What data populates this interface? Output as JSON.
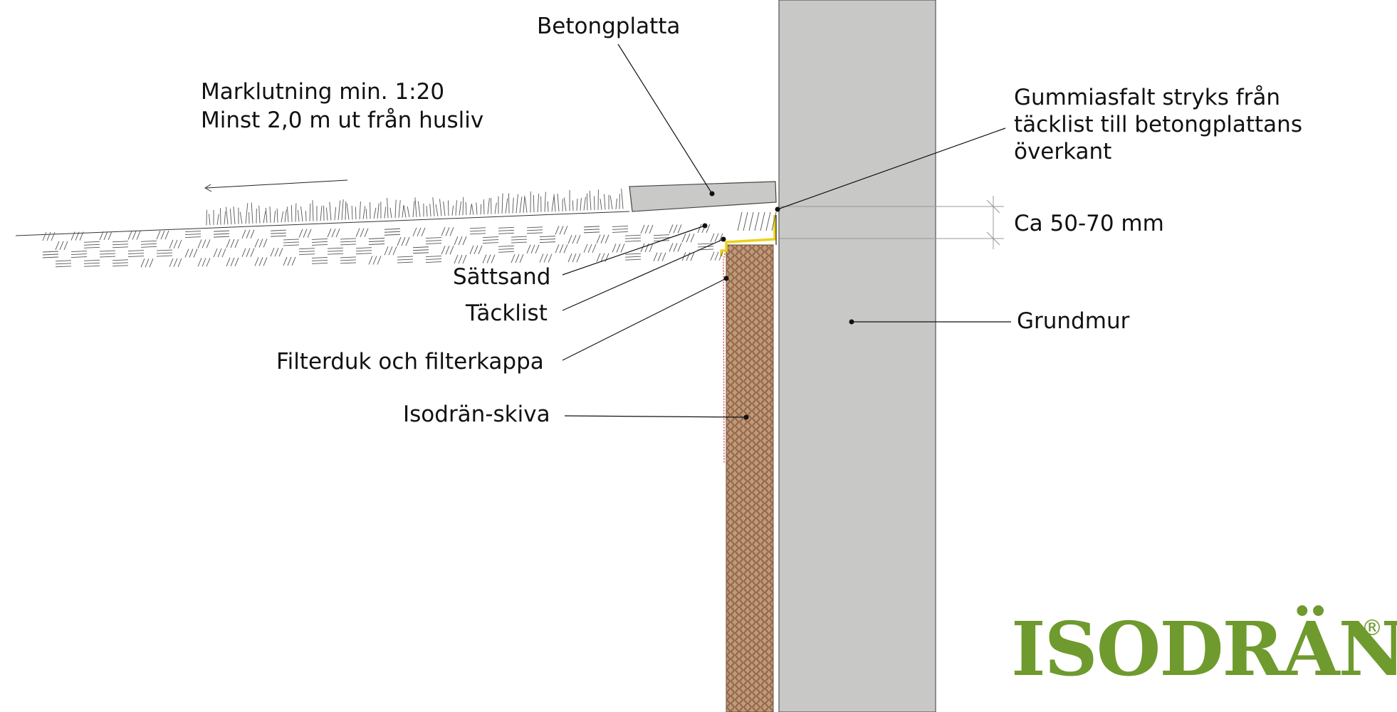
{
  "labels": {
    "betongplatta": "Betongplatta",
    "marklutning_1": "Marklutning min. 1:20",
    "marklutning_2": "Minst 2,0 m ut från husliv",
    "gummiasfalt_1": "Gummiasfalt stryks från",
    "gummiasfalt_2": "täcklist till betongplattans",
    "gummiasfalt_3": "överkant",
    "dimension": "Ca 50-70 mm",
    "grundmur": "Grundmur",
    "sattsand": "Sättsand",
    "tacklist": "Täcklist",
    "filterduk": "Filterduk och filterkappa",
    "isodran_skiva": "Isodrän-skiva"
  },
  "logo": {
    "text": "ISODRÄN",
    "registered": "®",
    "color": "#6f9a2e"
  },
  "colors": {
    "wall": "#c8c8c7",
    "slab": "#c9c9c8",
    "board": "#c09a79",
    "board_cell": "#8f6448",
    "membrane": "#ecd11a",
    "filter": "#d9303a",
    "line": "#111111"
  }
}
